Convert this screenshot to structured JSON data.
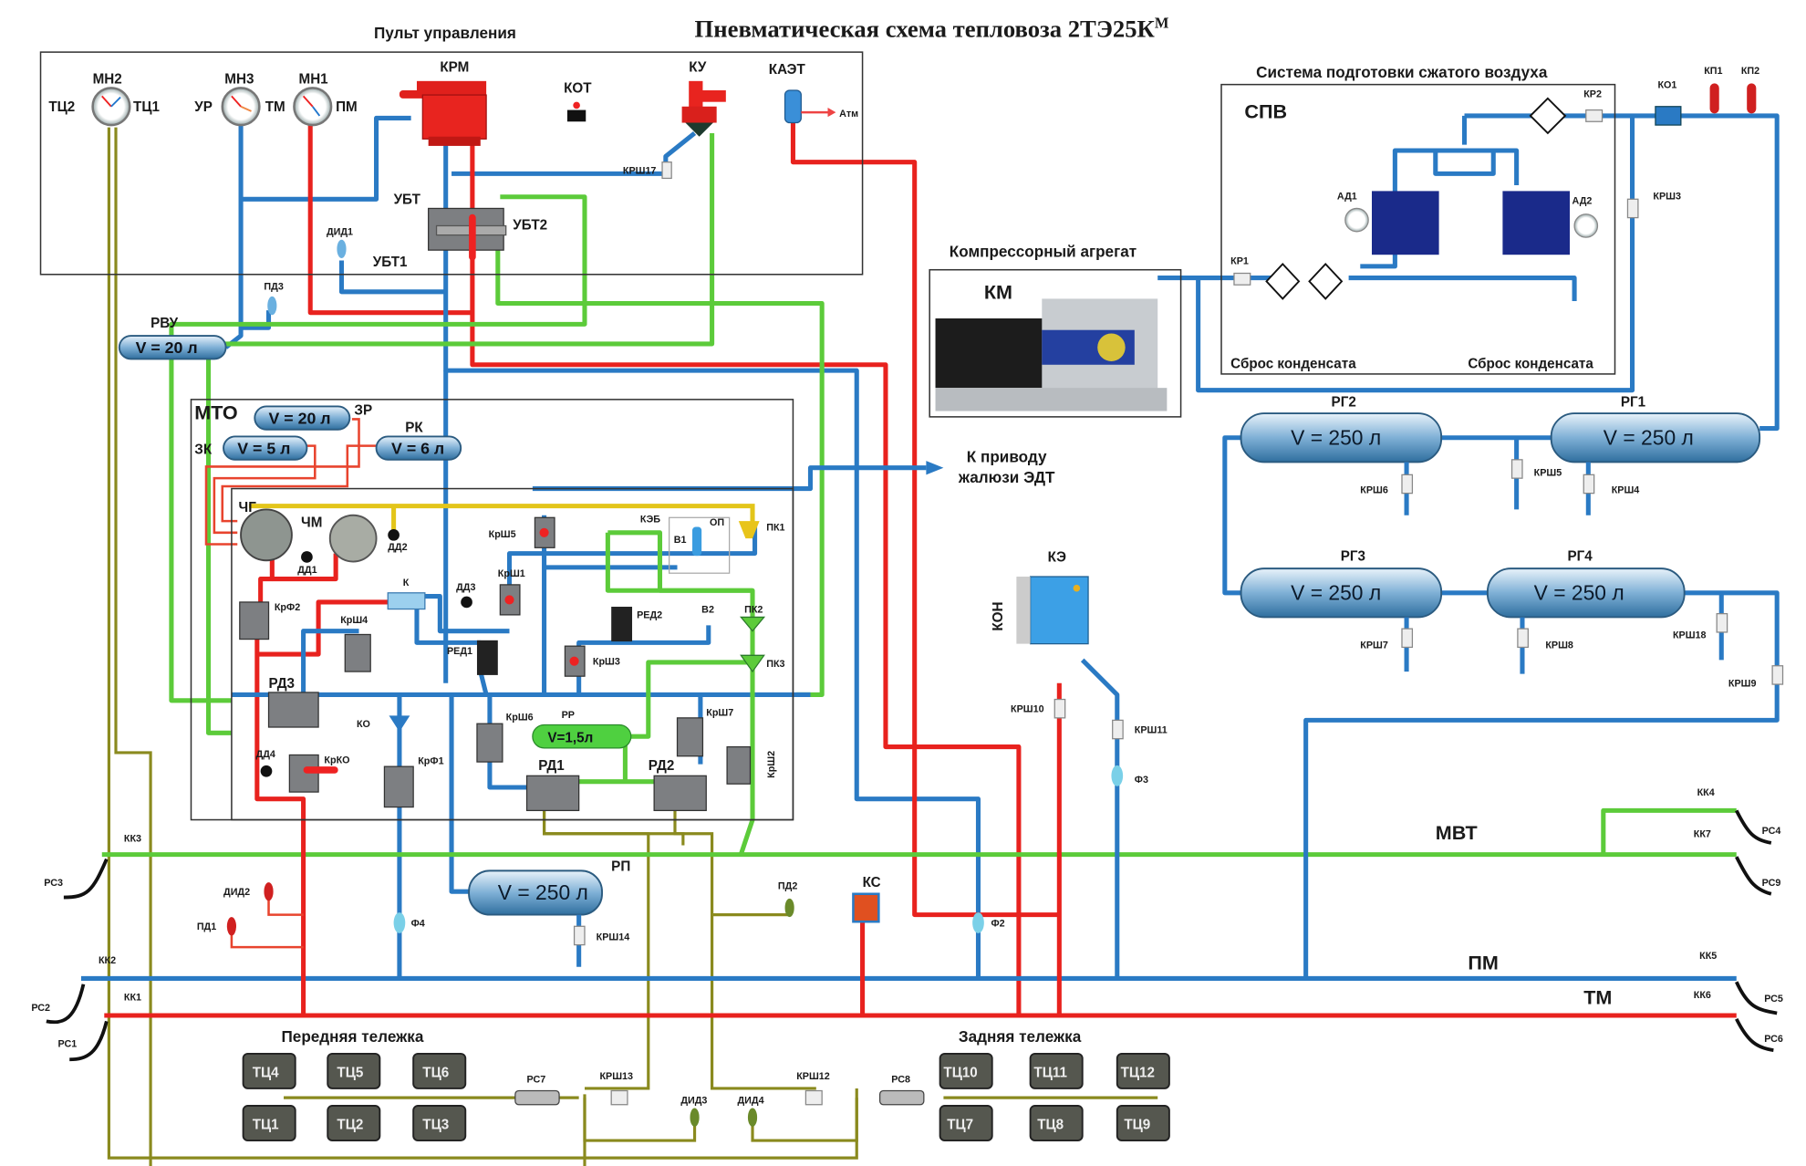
{
  "title": "Пневматическая схема тепловоза 2ТЭ25К",
  "title_superscript": "М",
  "colors": {
    "pressure_line": "#2a7ac4",
    "brake_line": "#e8221e",
    "auxiliary_line": "#5ccb3a",
    "brake_cylinder_line": "#8a8a1e",
    "control_line": "#e3c51a"
  },
  "control_panel": {
    "title": "Пульт управления",
    "mn2": "МН2",
    "tc2": "ТЦ2",
    "tc1": "ТЦ1",
    "mn3": "МН3",
    "ur": "УР",
    "tm": "ТМ",
    "mn1": "МН1",
    "pm": "ПМ",
    "krm": "КРМ",
    "kot": "КОТ",
    "ku": "КУ",
    "kaet": "КАЭТ",
    "atm": "Атм",
    "krsh17": "КРШ17",
    "ubt": "УБТ",
    "ubt2": "УБТ2",
    "ubt1": "УБТ1",
    "did1": "ДИД1"
  },
  "pd3": "ПД3",
  "rvu": {
    "label": "РВУ",
    "volume": "V = 20 л"
  },
  "mto": {
    "label": "МТО",
    "zr": {
      "label": "ЗР",
      "volume": "V = 20 л"
    },
    "zk": {
      "label": "ЗК",
      "volume": "V = 5 л"
    },
    "rk": {
      "label": "РК",
      "volume": "V = 6 л"
    },
    "chg": "ЧГ",
    "chm": "ЧМ",
    "dd1": "ДД1",
    "dd2": "ДД2",
    "dd3": "ДД3",
    "dd4": "ДД4",
    "krf2": "КрФ2",
    "krsh4": "КрШ4",
    "k": "К",
    "krsh1": "КрШ1",
    "krsh5": "КрШ5",
    "keb": "КЭБ",
    "op": "ОП",
    "pk1": "ПК1",
    "v1": "В1",
    "v2": "В2",
    "pk2": "ПК2",
    "pk3": "ПК3",
    "red1": "РЕД1",
    "red2": "РЕД2",
    "krsh3": "КрШ3",
    "rd3": "РД3",
    "ko": "КО",
    "krko": "КрКО",
    "krf1": "КрФ1",
    "krsh6": "КрШ6",
    "rr": {
      "label": "РР",
      "volume": "V=1,5л"
    },
    "krsh7": "КрШ7",
    "rd1": "РД1",
    "rd2": "РД2",
    "krsh2": "КрШ2"
  },
  "compressor": {
    "title": "Компрессорный агрегат",
    "km": "КМ"
  },
  "air_prep": {
    "title": "Система подготовки сжатого воздуха",
    "spv": "СПВ",
    "kr1": "КР1",
    "kr2": "КР2",
    "ad1": "АД1",
    "ad2": "АД2",
    "drain_left": "Сброс конденсата",
    "drain_right": "Сброс конденсата"
  },
  "ko1": "КО1",
  "kp1": "КП1",
  "kp2": "КП2",
  "krsh3_main": "КРШ3",
  "reservoirs": {
    "rg1": {
      "label": "РГ1",
      "volume": "V = 250 л"
    },
    "rg2": {
      "label": "РГ2",
      "volume": "V = 250 л"
    },
    "rg3": {
      "label": "РГ3",
      "volume": "V = 250 л"
    },
    "rg4": {
      "label": "РГ4",
      "volume": "V = 250 л"
    },
    "krsh4": "КРШ4",
    "krsh5": "КРШ5",
    "krsh6": "КРШ6",
    "krsh7": "КРШ7",
    "krsh8": "КРШ8",
    "krsh18": "КРШ18",
    "krsh9": "КРШ9"
  },
  "shutter_drive": {
    "line1": "К приводу",
    "line2": "жалюзи ЭДТ"
  },
  "ke": {
    "label": "КЭ",
    "kon": "КОН",
    "krsh10": "КРШ10",
    "krsh11": "КРШ11",
    "f3": "Ф3"
  },
  "lines": {
    "mvt": "МВТ",
    "pm": "ПМ",
    "tm": "ТМ"
  },
  "couplings": {
    "kk1": "КК1",
    "kk2": "КК2",
    "kk3": "КК3",
    "kk4": "КК4",
    "kk5": "КК5",
    "kk6": "КК6",
    "kk7": "КК7",
    "rs1": "РС1",
    "rs2": "РС2",
    "rs3": "РС3",
    "rs4": "РС4",
    "rs5": "РС5",
    "rs6": "РС6",
    "rs9": "РС9"
  },
  "rp": {
    "label": "РП",
    "volume": "V = 250 л",
    "krsh14": "КРШ14"
  },
  "did2": "ДИД2",
  "pd1": "ПД1",
  "f4": "Ф4",
  "pd2": "ПД2",
  "ks": "КС",
  "f2": "Ф2",
  "front_bogie": {
    "title": "Передняя тележка",
    "top": [
      "ТЦ4",
      "ТЦ5",
      "ТЦ6"
    ],
    "bottom": [
      "ТЦ1",
      "ТЦ2",
      "ТЦ3"
    ],
    "rs7": "РС7",
    "krsh13": "КРШ13",
    "did3": "ДИД3"
  },
  "rear_bogie": {
    "title": "Задняя тележка",
    "top": [
      "ТЦ10",
      "ТЦ11",
      "ТЦ12"
    ],
    "bottom": [
      "ТЦ7",
      "ТЦ8",
      "ТЦ9"
    ],
    "rs8": "РС8",
    "krsh12": "КРШ12",
    "did4": "ДИД4"
  }
}
